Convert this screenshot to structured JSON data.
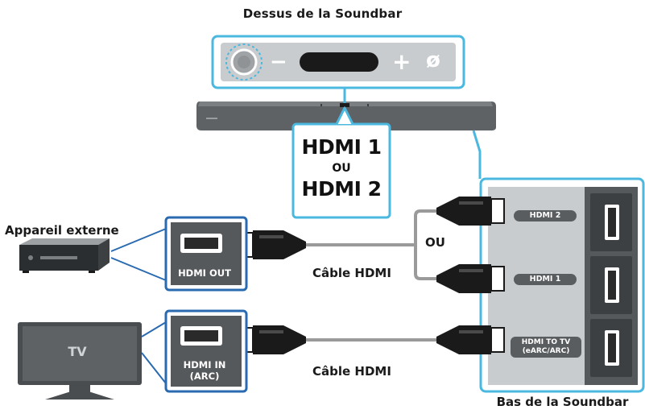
{
  "labels": {
    "top_title": "Dessus de la Soundbar",
    "bottom_title": "Bas de la Soundbar",
    "hdmi1": "HDMI 1",
    "or_small": "OU",
    "hdmi2": "HDMI 2",
    "external_device": "Appareil externe",
    "or_mid": "OU",
    "cable_top": "Câble HDMI",
    "cable_bottom": "Câble HDMI",
    "hdmi_out": "HDMI OUT",
    "hdmi_in_line1": "HDMI IN",
    "hdmi_in_line2": "(ARC)",
    "tv": "TV",
    "port_hdmi2": "HDMI 2",
    "port_hdmi1": "HDMI 1",
    "port_tv_line1": "HDMI TO TV",
    "port_tv_line2": "(eARC/ARC)",
    "btn_minus": "−",
    "btn_plus": "+",
    "btn_mute": "ø"
  },
  "colors": {
    "accent": "#4bb8e0",
    "dark_panel": "#56595c",
    "soundbar": "#5f6265",
    "cable": "#9a9a9a",
    "panel_bg": "#c9ccce"
  }
}
